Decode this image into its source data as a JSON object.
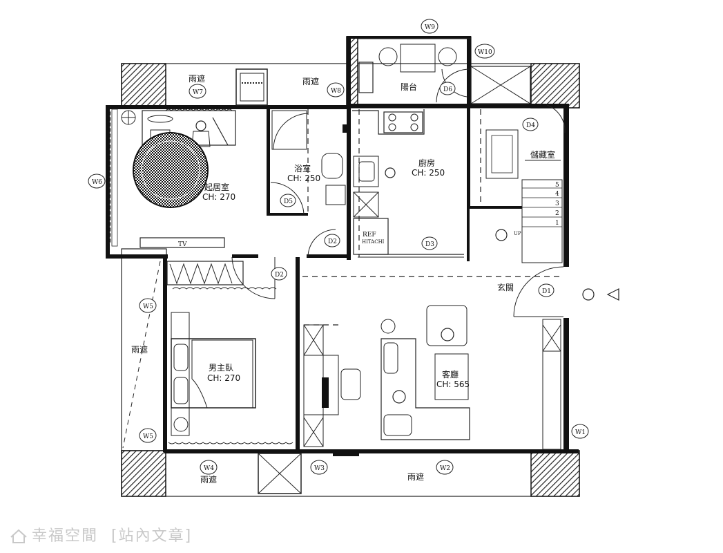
{
  "rooms": {
    "living": {
      "name": "起居室",
      "height": "CH: 270"
    },
    "bath": {
      "name": "浴室",
      "height": "CH: 250"
    },
    "kitchen": {
      "name": "廚房",
      "height": "CH: 250"
    },
    "storage": {
      "name": "儲藏室"
    },
    "foyer": {
      "name": "玄關"
    },
    "master": {
      "name": "男主臥",
      "height": "CH: 270"
    },
    "lounge": {
      "name": "客廳",
      "height": "CH: 565"
    },
    "balcony": {
      "name": "陽台"
    }
  },
  "canopy": {
    "label_w7": "雨遮",
    "label_w8": "雨遮",
    "label_left": "雨遮",
    "label_w4": "雨遮",
    "label_w2": "雨遮"
  },
  "windows": {
    "w1": "W1",
    "w2": "W2",
    "w3": "W3",
    "w4": "W4",
    "w5a": "W5",
    "w5b": "W5",
    "w6": "W6",
    "w7": "W7",
    "w8": "W8",
    "w9": "W9",
    "w10": "W10"
  },
  "doors": {
    "d1": "D1",
    "d2a": "D2",
    "d2b": "D2",
    "d3": "D3",
    "d4": "D4",
    "d5": "D5",
    "d6": "D6"
  },
  "fixtures": {
    "tv": "TV",
    "ref": "REF",
    "ref_brand": "HITACHI",
    "stair_up": "UP",
    "stairs": [
      "5",
      "4",
      "3",
      "2",
      "1"
    ]
  },
  "watermark": {
    "brand": "幸福空間",
    "suffix": "[站內文章]"
  }
}
